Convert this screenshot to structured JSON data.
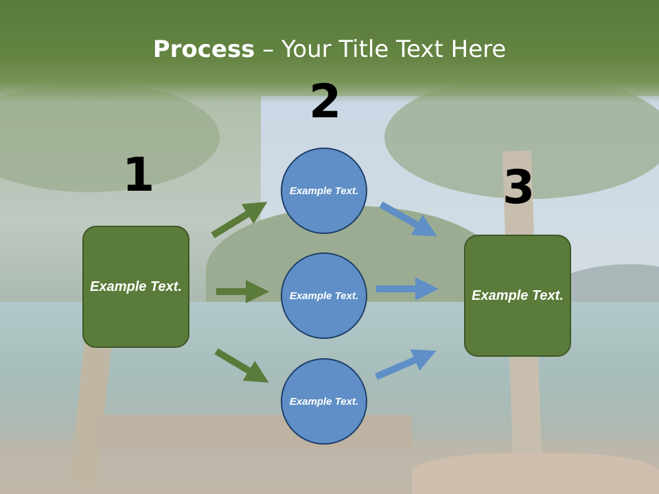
{
  "slide": {
    "title_bold": "Process",
    "title_rest": " – Your Title Text Here"
  },
  "steps": {
    "num1": "1",
    "num2": "2",
    "num3": "3"
  },
  "boxes": {
    "left": "Example Text.",
    "right": "Example Text."
  },
  "circles": {
    "top": "Example Text.",
    "middle": "Example Text.",
    "bottom": "Example Text."
  },
  "colors": {
    "header_green": "#5a7a3a",
    "box_green": "#5b7b3a",
    "circle_blue": "#5f8fc6",
    "arrow_green": "#5b7b3a",
    "arrow_blue": "#5f8fc6"
  }
}
